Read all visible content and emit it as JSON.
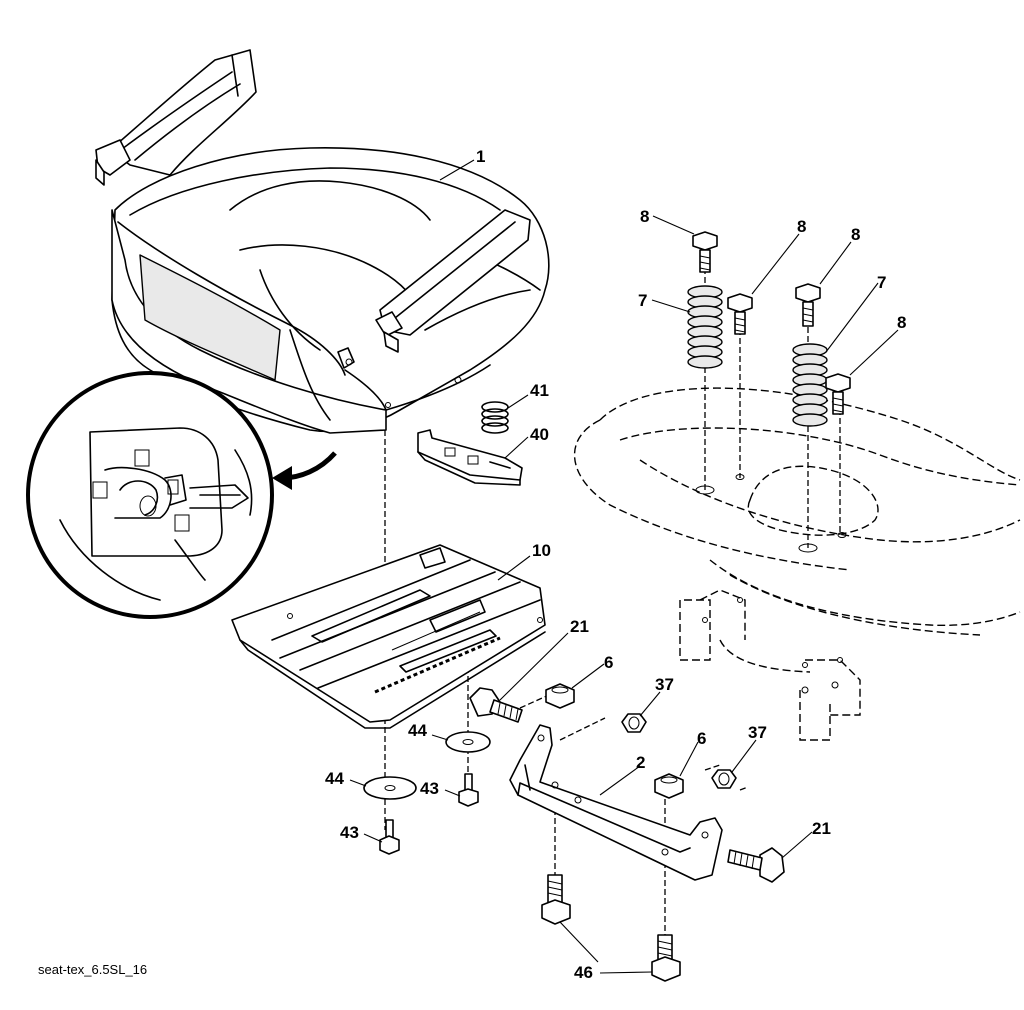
{
  "caption": "seat-tex_6.5SL_16",
  "callouts": {
    "c1": "1",
    "c2": "2",
    "c6a": "6",
    "c6b": "6",
    "c7a": "7",
    "c7b": "7",
    "c8a": "8",
    "c8b": "8",
    "c8c": "8",
    "c8d": "8",
    "c10": "10",
    "c21a": "21",
    "c21b": "21",
    "c37a": "37",
    "c37b": "37",
    "c40": "40",
    "c41": "41",
    "c43a": "43",
    "c43b": "43",
    "c44a": "44",
    "c44b": "44",
    "c46": "46"
  }
}
